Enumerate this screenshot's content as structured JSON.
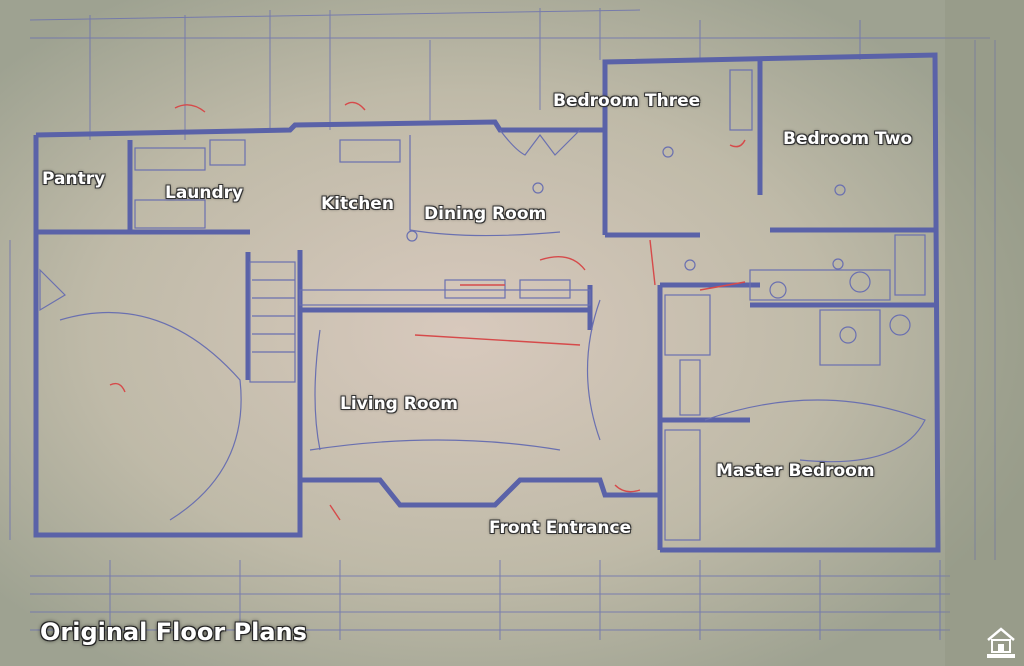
{
  "rooms": {
    "pantry": "Pantry",
    "laundry": "Laundry",
    "kitchen": "Kitchen",
    "dining_room": "Dining Room",
    "bedroom_three": "Bedroom Three",
    "bedroom_two": "Bedroom Two",
    "living_room": "Living Room",
    "master_bedroom": "Master Bedroom",
    "front_entrance": "Front Entrance"
  },
  "caption": "Original Floor Plans",
  "colors": {
    "paper": "#a7ab9a",
    "wall": "#5a62a8",
    "ink": "#6a70b0",
    "red_markup": "#d64a4a"
  },
  "logo_icon": "house-icon"
}
